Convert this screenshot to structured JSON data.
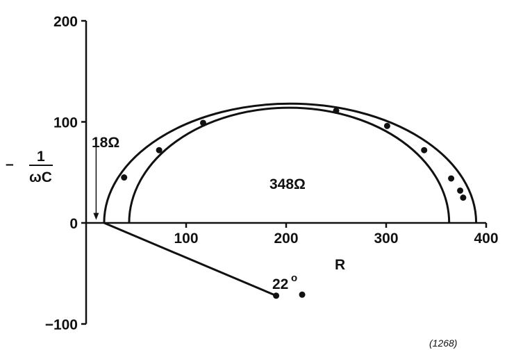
{
  "chart_data": {
    "type": "scatter",
    "title": "",
    "xlabel": "R",
    "ylabel_numerator": "1",
    "ylabel_denominator": "ωC",
    "ylabel_sign": "–",
    "xlim": [
      0,
      400
    ],
    "ylim": [
      -100,
      200
    ],
    "x_ticks": [
      100,
      200,
      300,
      400
    ],
    "y_ticks": [
      -100,
      0,
      100,
      200
    ],
    "grid": false,
    "points": [
      {
        "x": 38,
        "y": 45
      },
      {
        "x": 73,
        "y": 72
      },
      {
        "x": 117,
        "y": 99
      },
      {
        "x": 250,
        "y": 111
      },
      {
        "x": 301,
        "y": 96
      },
      {
        "x": 338,
        "y": 72
      },
      {
        "x": 365,
        "y": 44
      },
      {
        "x": 374,
        "y": 32
      },
      {
        "x": 377,
        "y": 25
      },
      {
        "x": 190,
        "y": -72
      },
      {
        "x": 216,
        "y": -71
      }
    ],
    "curves": [
      {
        "center": 204,
        "radius": 186,
        "height": 118
      },
      {
        "center": 203,
        "radius": 160,
        "height": 114
      }
    ],
    "line_segment": [
      {
        "x": 18,
        "y": 0
      },
      {
        "x": 190,
        "y": -72
      }
    ],
    "arrow": {
      "x": 10,
      "y_start": 80,
      "y_end": 3
    },
    "annotations": {
      "r0": "18Ω",
      "diameter": "348Ω",
      "angle": "22",
      "angle_degree": "o"
    },
    "figure_number": "(1268)"
  }
}
